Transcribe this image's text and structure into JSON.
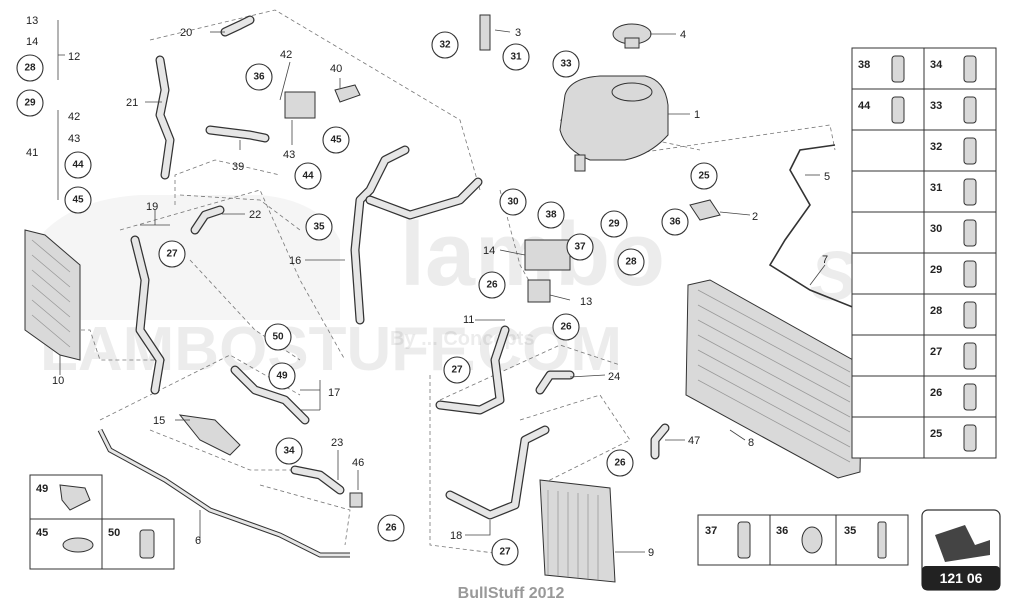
{
  "diagram": {
    "watermark_main": "lambo",
    "watermark_script": "Stuff",
    "watermark_url": "LAMBOSTUFF.COM",
    "watermark_tag": "By ... Concepts",
    "footer": "BullStuff 2012",
    "page_number": "121 06",
    "labels": {
      "l13a": "13",
      "l14a": "14",
      "l12": "12",
      "l42a": "42",
      "l43a": "43",
      "l41": "41",
      "l20": "20",
      "l21": "21",
      "l42b": "42",
      "l40": "40",
      "l39": "39",
      "l43b": "43",
      "l3": "3",
      "l4": "4",
      "l1": "1",
      "l5": "5",
      "l2": "2",
      "l7": "7",
      "l8": "8",
      "l9": "9",
      "l19": "19",
      "l22": "22",
      "l16": "16",
      "l14b": "14",
      "l13b": "13",
      "l11": "11",
      "l10": "10",
      "l17": "17",
      "l24": "24",
      "l15": "15",
      "l23": "23",
      "l46": "46",
      "l47": "47",
      "l6": "6",
      "l18": "18"
    },
    "callouts": {
      "c28a": "28",
      "c29a": "29",
      "c44a": "44",
      "c45a": "45",
      "c36a": "36",
      "c45b": "45",
      "c44b": "44",
      "c32": "32",
      "c31": "31",
      "c33": "33",
      "c25": "25",
      "c36b": "36",
      "c30": "30",
      "c38": "38",
      "c37": "37",
      "c29b": "29",
      "c28b": "28",
      "c27a": "27",
      "c35": "35",
      "c26a": "26",
      "c26b": "26",
      "c50": "50",
      "c49": "49",
      "c27b": "27",
      "c34": "34",
      "c26c": "26",
      "c26d": "26",
      "c27c": "27"
    },
    "legend_right": [
      [
        "38",
        "34"
      ],
      [
        "44",
        "33"
      ],
      [
        "",
        "32"
      ],
      [
        "",
        "31"
      ],
      [
        "",
        "30"
      ],
      [
        "",
        "29"
      ],
      [
        "",
        "28"
      ],
      [
        "",
        "27"
      ],
      [
        "",
        "26"
      ],
      [
        "",
        "25"
      ]
    ],
    "legend_bottom_left": [
      "49",
      "45",
      "50"
    ],
    "legend_bottom_right": [
      "37",
      "36",
      "35"
    ]
  }
}
